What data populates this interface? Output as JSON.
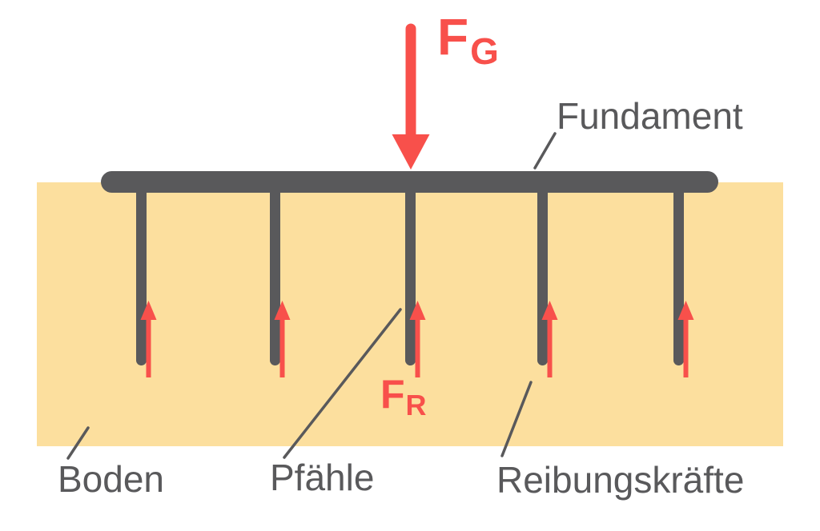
{
  "colors": {
    "background": "#FFFFFF",
    "soil": "#FCDF9E",
    "structure": "#59595B",
    "force": "#F8504B"
  },
  "labels": {
    "foundation": "Fundament",
    "soil": "Boden",
    "piles": "Pfähle",
    "friction_forces": "Reibungskräfte"
  },
  "forces": {
    "gravity": {
      "symbol": "F",
      "subscript": "G"
    },
    "friction": {
      "symbol": "F",
      "subscript": "R"
    }
  },
  "diagram": {
    "pile_count": 5
  }
}
